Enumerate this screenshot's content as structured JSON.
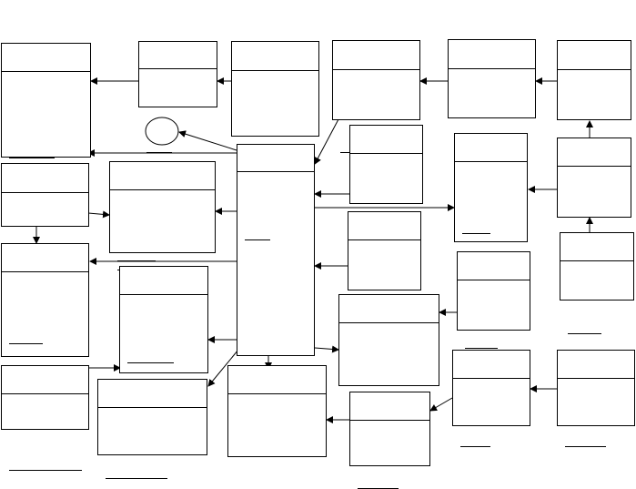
{
  "diagram": {
    "type": "entity-relationship (blank entity boxes, unreadable labels)",
    "stroke_color": "#000000",
    "background_color": "#ffffff",
    "entities": [
      {
        "id": "e1"
      },
      {
        "id": "e2"
      },
      {
        "id": "e3"
      },
      {
        "id": "e4"
      },
      {
        "id": "e5"
      },
      {
        "id": "e6"
      },
      {
        "id": "e7"
      },
      {
        "id": "e8"
      },
      {
        "id": "e9"
      },
      {
        "id": "e10"
      },
      {
        "id": "e11"
      },
      {
        "id": "e12"
      },
      {
        "id": "e13"
      },
      {
        "id": "e14"
      },
      {
        "id": "e15"
      },
      {
        "id": "e16"
      },
      {
        "id": "e17"
      },
      {
        "id": "e18"
      },
      {
        "id": "e19"
      },
      {
        "id": "e20"
      },
      {
        "id": "e21"
      },
      {
        "id": "e22"
      },
      {
        "id": "e23"
      },
      {
        "id": "e24"
      },
      {
        "id": "e25"
      },
      {
        "id": "e26"
      }
    ],
    "relations": [
      {
        "from": "e2",
        "to": "e1"
      },
      {
        "from": "e3",
        "to": "e2"
      },
      {
        "from": "e5",
        "to": "e4"
      },
      {
        "from": "e6",
        "to": "e5"
      },
      {
        "from": "e9",
        "to": "e6"
      },
      {
        "from": "e15",
        "to": "e9"
      },
      {
        "from": "e15",
        "to": "e14"
      },
      {
        "from": "e8",
        "to": "e1"
      },
      {
        "from": "e8",
        "to": "e7"
      },
      {
        "from": "e4",
        "to": "e8"
      },
      {
        "from": "e8",
        "to": "e12"
      },
      {
        "from": "e11",
        "to": "e8"
      },
      {
        "from": "e13",
        "to": "e8"
      },
      {
        "from": "e8",
        "to": "e16"
      },
      {
        "from": "e8",
        "to": "e10"
      },
      {
        "from": "e8",
        "to": "e18"
      },
      {
        "from": "e8",
        "to": "e17"
      },
      {
        "from": "e8",
        "to": "e19"
      },
      {
        "from": "e8",
        "to": "e25"
      },
      {
        "from": "e8",
        "to": "e22"
      },
      {
        "from": "e8",
        "to": "e23"
      },
      {
        "from": "e14",
        "to": "e12"
      },
      {
        "from": "e20",
        "to": "e19"
      },
      {
        "from": "e21",
        "to": "e17"
      },
      {
        "from": "e23",
        "to": "e24"
      },
      {
        "from": "e25",
        "to": "e26"
      },
      {
        "from": "e27",
        "to": "e25"
      },
      {
        "from": "e28",
        "to": "e24"
      }
    ]
  }
}
